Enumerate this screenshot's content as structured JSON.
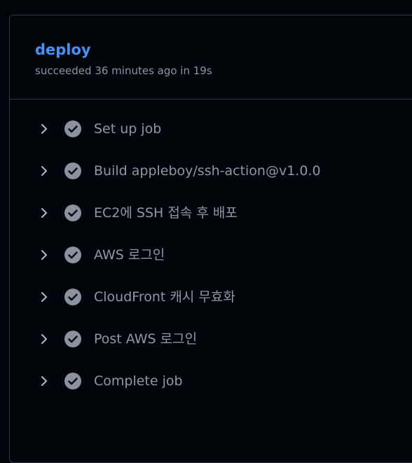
{
  "job": {
    "title": "deploy",
    "meta": "succeeded 36 minutes ago in 19s"
  },
  "steps": [
    {
      "label": "Set up job",
      "status": "success"
    },
    {
      "label": "Build appleboy/ssh-action@v1.0.0",
      "status": "success"
    },
    {
      "label": "EC2에 SSH 접속 후 배포",
      "status": "success"
    },
    {
      "label": "AWS 로그인",
      "status": "success"
    },
    {
      "label": "CloudFront 캐시 무효화",
      "status": "success"
    },
    {
      "label": "Post AWS 로그인",
      "status": "success"
    },
    {
      "label": "Complete job",
      "status": "success"
    }
  ],
  "colors": {
    "background": "#010409",
    "border": "#30363d",
    "title": "#4493f8",
    "text": "#9198a1",
    "check_fill": "#8b949e"
  },
  "icons": {
    "expand": "chevron-right-icon",
    "status": "check-circle-icon"
  }
}
